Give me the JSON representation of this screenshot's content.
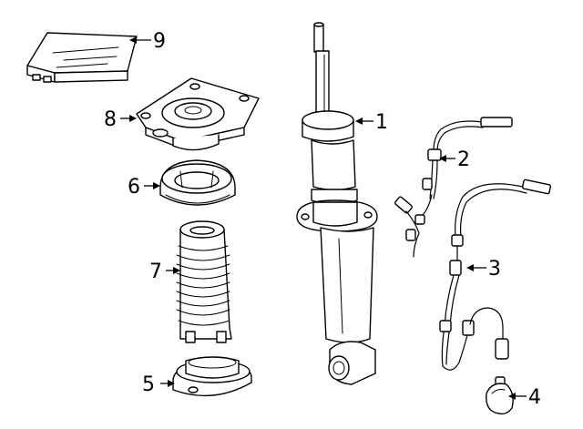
{
  "callouts": [
    {
      "id": "1",
      "part": "shock-absorber"
    },
    {
      "id": "2",
      "part": "sensor-harness-upper"
    },
    {
      "id": "3",
      "part": "sensor-harness-lower"
    },
    {
      "id": "4",
      "part": "sensor-connector"
    },
    {
      "id": "5",
      "part": "lower-spring-seat"
    },
    {
      "id": "6",
      "part": "upper-spring-seat"
    },
    {
      "id": "7",
      "part": "dust-boot"
    },
    {
      "id": "8",
      "part": "upper-mount"
    },
    {
      "id": "9",
      "part": "control-module"
    }
  ]
}
